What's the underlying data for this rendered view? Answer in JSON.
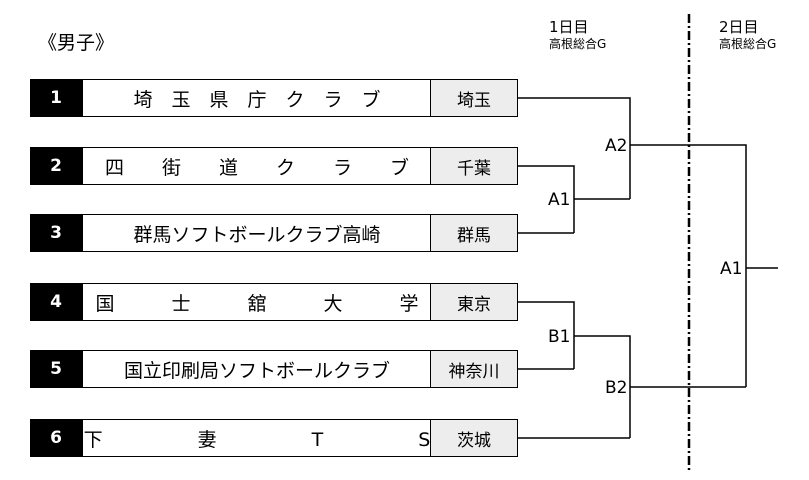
{
  "category": "《男子》",
  "days": [
    {
      "label": "1日目",
      "venue": "高根総合G"
    },
    {
      "label": "2日目",
      "venue": "高根総合G"
    }
  ],
  "teams": [
    {
      "seed": "1",
      "name": "埼　玉　県　庁　ク　ラ　ブ",
      "pref": "埼玉"
    },
    {
      "seed": "2",
      "name": "四　　街　　道　　ク　　ラ　　ブ",
      "pref": "千葉"
    },
    {
      "seed": "3",
      "name": "群馬ソフトボールクラブ高崎",
      "pref": "群馬"
    },
    {
      "seed": "4",
      "name": "国　　　士　　　舘　　　大　　　学",
      "pref": "東京"
    },
    {
      "seed": "5",
      "name": "国立印刷局ソフトボールクラブ",
      "pref": "神奈川"
    },
    {
      "seed": "6",
      "name": "下　　　　　妻　　　　　T　　　　　S",
      "pref": "茨城"
    }
  ],
  "matches": {
    "a1_r1": "A1",
    "a2": "A2",
    "b1": "B1",
    "b2": "B2",
    "final": "A1"
  }
}
